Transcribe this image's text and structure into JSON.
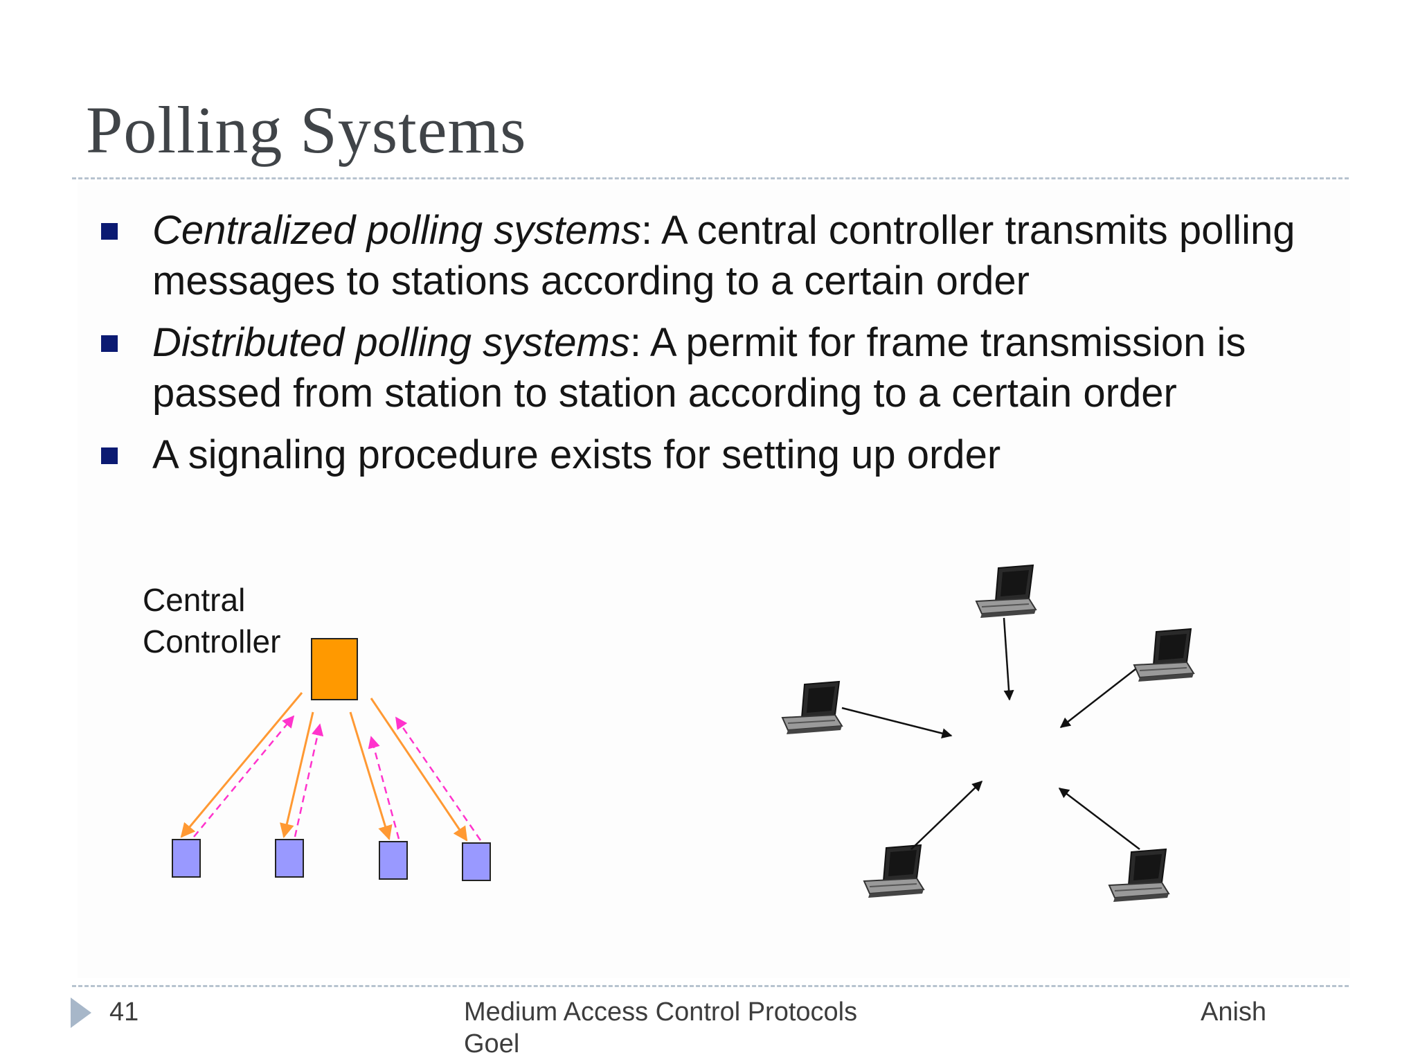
{
  "slide": {
    "title": "Polling Systems",
    "bullets": [
      {
        "lead": "Centralized polling systems",
        "text": ": A central controller transmits polling messages to stations according to a certain order"
      },
      {
        "lead": "Distributed polling systems",
        "text": ": A permit for frame transmission is passed from station to station according to a certain order"
      },
      {
        "lead": "",
        "text": "A signaling procedure exists for setting up order"
      }
    ]
  },
  "diagram": {
    "controller_label_line1": "Central",
    "controller_label_line2": "Controller",
    "colors": {
      "controller": "#ff9900",
      "station": "#9999ff",
      "poll_arrow": "#ff9933",
      "response_arrow": "#ff33cc",
      "bullet": "#0b1a72"
    },
    "icons": [
      "laptop-icon"
    ]
  },
  "footer": {
    "page_number": "41",
    "center_text": "Medium Access Control Protocols",
    "center_text_line2": "Goel",
    "right_text": "Anish"
  }
}
